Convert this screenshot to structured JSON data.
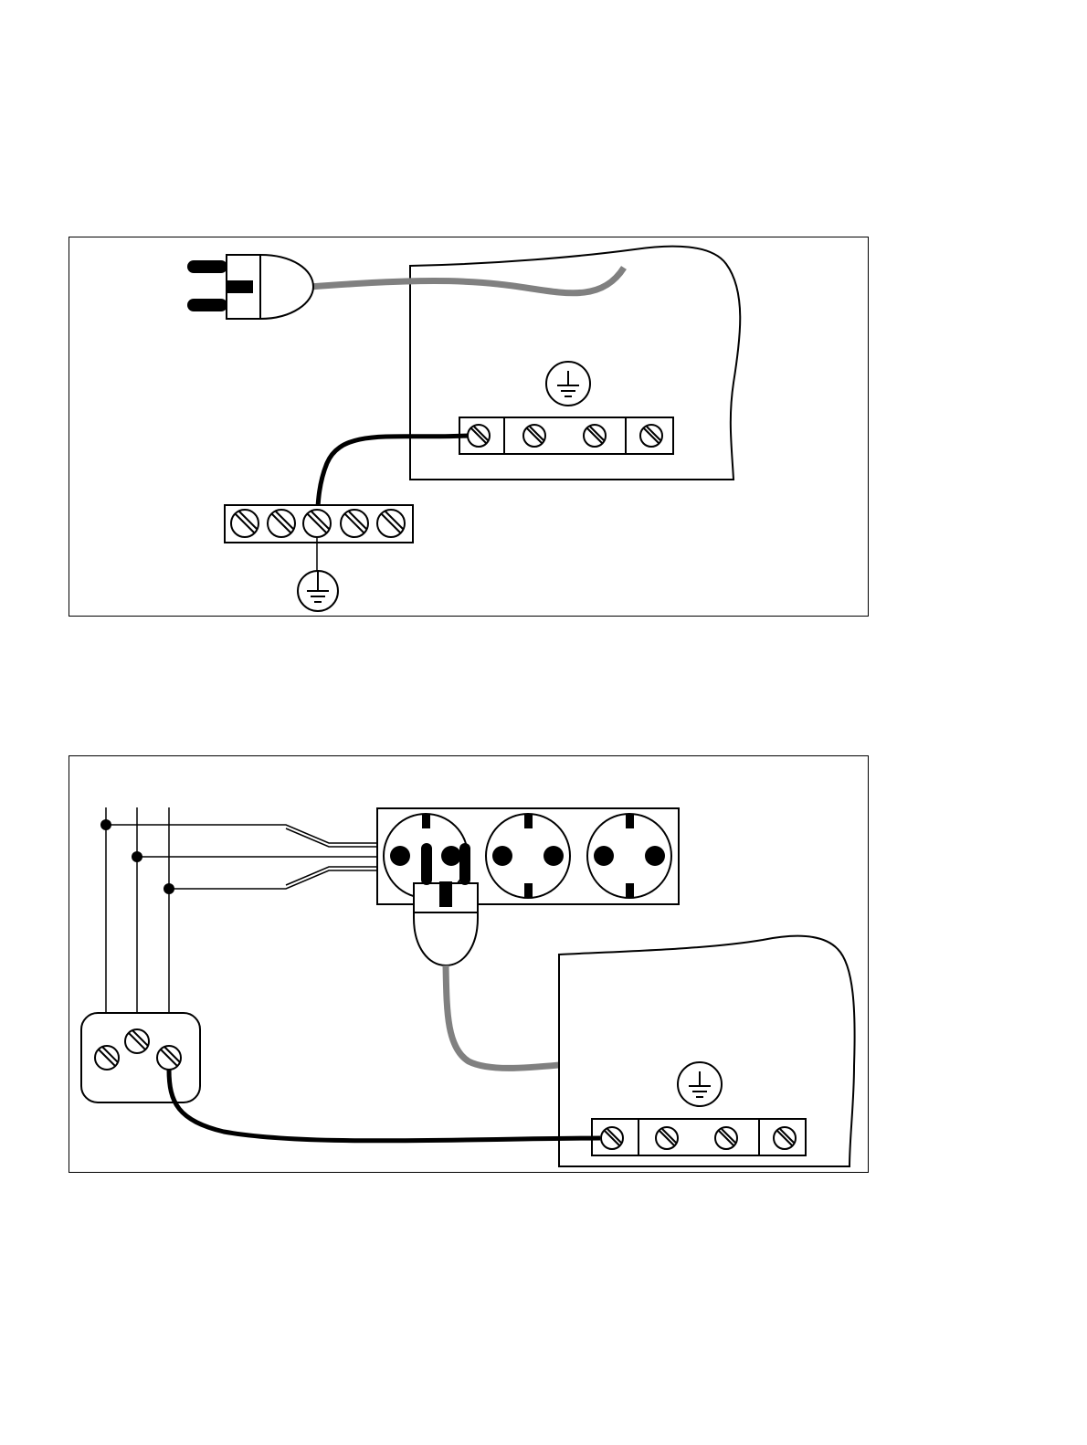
{
  "colors": {
    "line": "#000000",
    "cable_gray": "#808080",
    "background": "#ffffff"
  },
  "figures": [
    {
      "id": "top",
      "components": [
        "plug-icon",
        "device-housing",
        "ground-symbol-icon",
        "device-terminal-strip",
        "ground-bus-terminal-block"
      ],
      "device_terminals": 4,
      "bus_terminals": 5
    },
    {
      "id": "bottom",
      "components": [
        "supply-lines",
        "socket-strip",
        "plug-icon",
        "junction-box",
        "device-housing",
        "ground-symbol-icon",
        "device-terminal-strip"
      ],
      "supply_lines": 3,
      "sockets": 3,
      "junction_terminals": 3,
      "device_terminals": 4
    }
  ]
}
